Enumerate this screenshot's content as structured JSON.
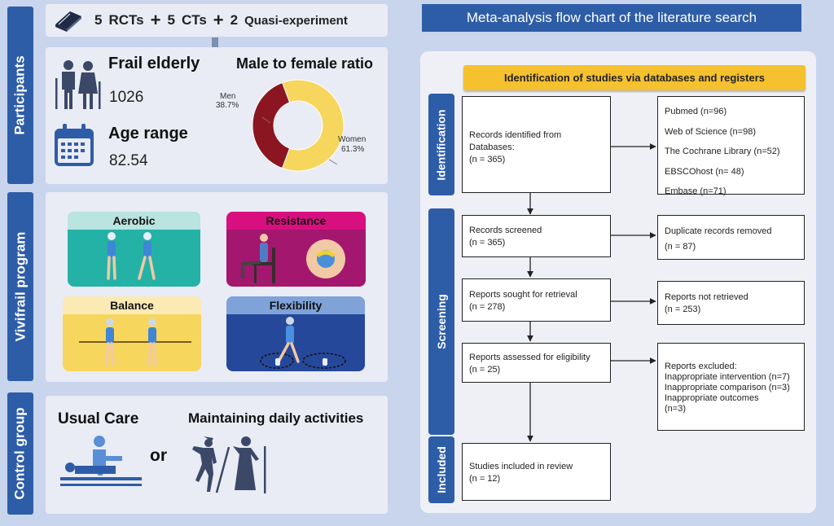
{
  "header": {
    "n_rcts": "5",
    "rcts": "RCTs",
    "n_cts": "5",
    "cts": "CTs",
    "n_quasi": "2",
    "quasi": "Quasi-experiment"
  },
  "participants": {
    "band_label": "Participants",
    "frail_label": "Frail elderly",
    "frail_count": "1026",
    "age_label": "Age range",
    "age_value": "82.54",
    "ratio_title": "Male to female ratio"
  },
  "chart_data": {
    "type": "pie",
    "title": "Male to female ratio",
    "categories": [
      "Men",
      "Women"
    ],
    "values": [
      38.7,
      61.3
    ],
    "value_labels": [
      "38.7%",
      "61.3%"
    ],
    "colors": [
      "#8b1622",
      "#f7d65e"
    ],
    "donut": true
  },
  "program": {
    "band_label": "Vivifrail  program",
    "aerobic": "Aerobic",
    "resistance": "Resistance",
    "balance": "Balance",
    "flexibility": "Flexibility"
  },
  "control": {
    "band_label": "Control group",
    "usual_care": "Usual Care",
    "or": "or",
    "daily": "Maintaining daily activities"
  },
  "flow": {
    "title": "Meta-analysis flow chart of the literature search",
    "banner": "Identification of studies via databases and registers",
    "stage_identification": "Identification",
    "stage_screening": "Screening",
    "stage_included": "Included",
    "records_identified": [
      "Records identified from",
      "Databases:",
      "(n = 365)"
    ],
    "databases": [
      "Pubmed (n=96)",
      "Web of Science (n=98)",
      "The Cochrane Library (n=52)",
      "EBSCOhost (n= 48)",
      "Embase (n=71)"
    ],
    "screened": [
      "Records screened",
      "(n = 365)"
    ],
    "duplicates": [
      "Duplicate records removed",
      "(n = 87)"
    ],
    "sought": [
      "Reports sought for retrieval",
      "(n = 278)"
    ],
    "not_retrieved": [
      "Reports not retrieved",
      "(n = 253)"
    ],
    "assessed": [
      "Reports assessed for eligibility",
      "(n = 25)"
    ],
    "excluded": [
      "Reports excluded:",
      "Inappropriate intervention (n=7)",
      "Inappropriate comparison (n=3)",
      "Inappropriate outcomes",
      "(n=3)"
    ],
    "included": [
      "Studies included in review",
      "(n = 12)"
    ]
  },
  "colors": {
    "band_blue": "#2e5da8",
    "banner_yellow": "#f6c12f",
    "aerobic": "#b9e4e0",
    "aerobic_body": "#25b2a6",
    "resistance": "#d8107f",
    "resistance_body": "#a3176e",
    "balance": "#fbeab4",
    "balance_body": "#f7d65e",
    "flexibility": "#7fa3d8",
    "flexibility_body": "#25489a"
  }
}
